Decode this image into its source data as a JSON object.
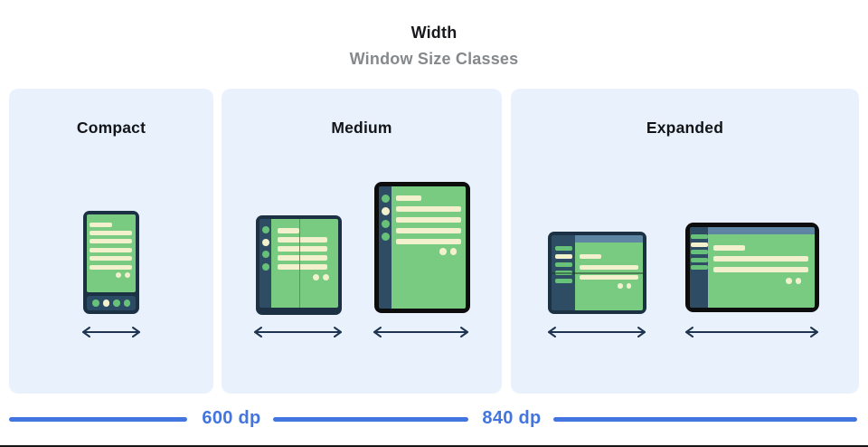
{
  "header": {
    "title": "Width",
    "subtitle": "Window Size Classes"
  },
  "size_classes": [
    {
      "label": "Compact",
      "devices": [
        "phone-portrait"
      ]
    },
    {
      "label": "Medium",
      "devices": [
        "foldable-portrait-open",
        "tablet-portrait"
      ]
    },
    {
      "label": "Expanded",
      "devices": [
        "tablet-landscape-foldable",
        "laptop"
      ]
    }
  ],
  "breakpoints": {
    "first": "600 dp",
    "second": "840 dp"
  },
  "colors": {
    "panel_bg": "#e9f2fc",
    "device_navy": "#1c3144",
    "device_black": "#0d0d0d",
    "rail_navy": "#2e4d64",
    "screen_green": "#79cb82",
    "line_cream": "#f2f0cd",
    "topbar_blue": "#5e86a2",
    "accent_blue": "#4375e1",
    "subtitle_gray": "#85898c",
    "arrow_navy": "#1e3450"
  }
}
